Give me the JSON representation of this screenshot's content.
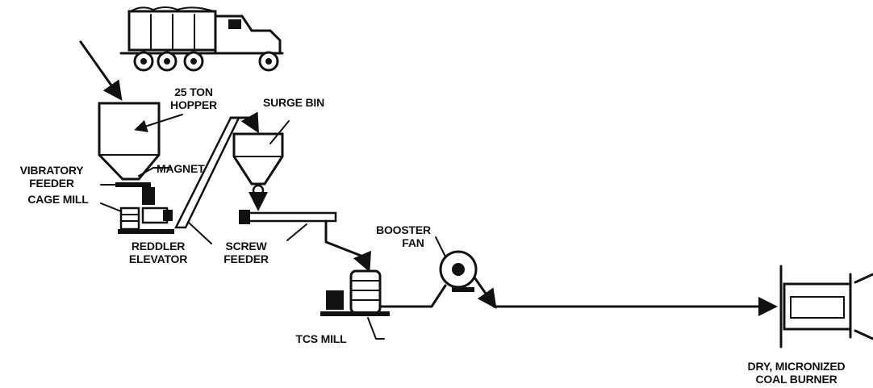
{
  "labels": {
    "hopper": [
      "25 TON",
      "HOPPER"
    ],
    "surge_bin": "SURGE BIN",
    "vibratory_feeder": [
      "VIBRATORY",
      "FEEDER"
    ],
    "magnet": "MAGNET",
    "cage_mill": "CAGE MILL",
    "reddler_elevator": [
      "REDDLER",
      "ELEVATOR"
    ],
    "screw_feeder": [
      "SCREW",
      "FEEDER"
    ],
    "booster_fan": [
      "BOOSTER",
      "FAN"
    ],
    "tcs_mill": "TCS MILL",
    "burner": [
      "DRY, MICRONIZED",
      "COAL BURNER"
    ]
  }
}
